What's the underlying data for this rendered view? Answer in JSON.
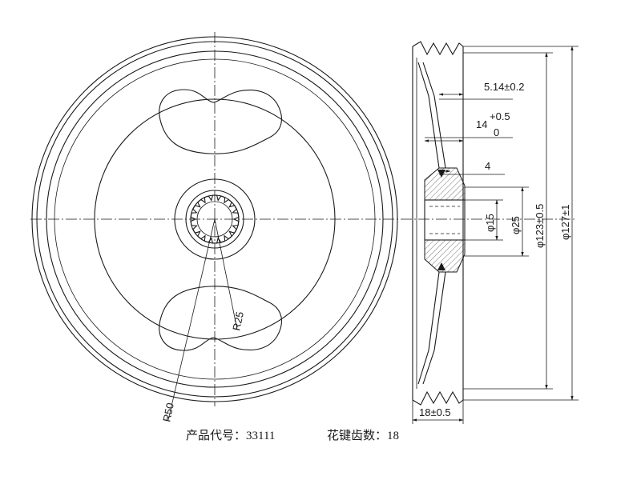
{
  "caption": {
    "product_code_label": "产品代号：",
    "product_code_value": "33111",
    "spline_teeth_label": "花键齿数：",
    "spline_teeth_value": "18"
  },
  "dimensions": {
    "radius_large": "R50",
    "radius_small": "R25",
    "groove_offset": "5.14±0.2",
    "hub_depth_main": "14",
    "hub_depth_upper_tol": "+0.5",
    "hub_depth_lower_tol": "0",
    "web_thickness": "4",
    "bore_diameter": "φ15",
    "hub_diameter": "φ25",
    "groove_diameter": "φ123±0.5",
    "outer_diameter": "φ127±1",
    "width": "18±0.5"
  },
  "icons": {
    "front_view": "pulley-front-view",
    "side_view": "pulley-section-view"
  }
}
